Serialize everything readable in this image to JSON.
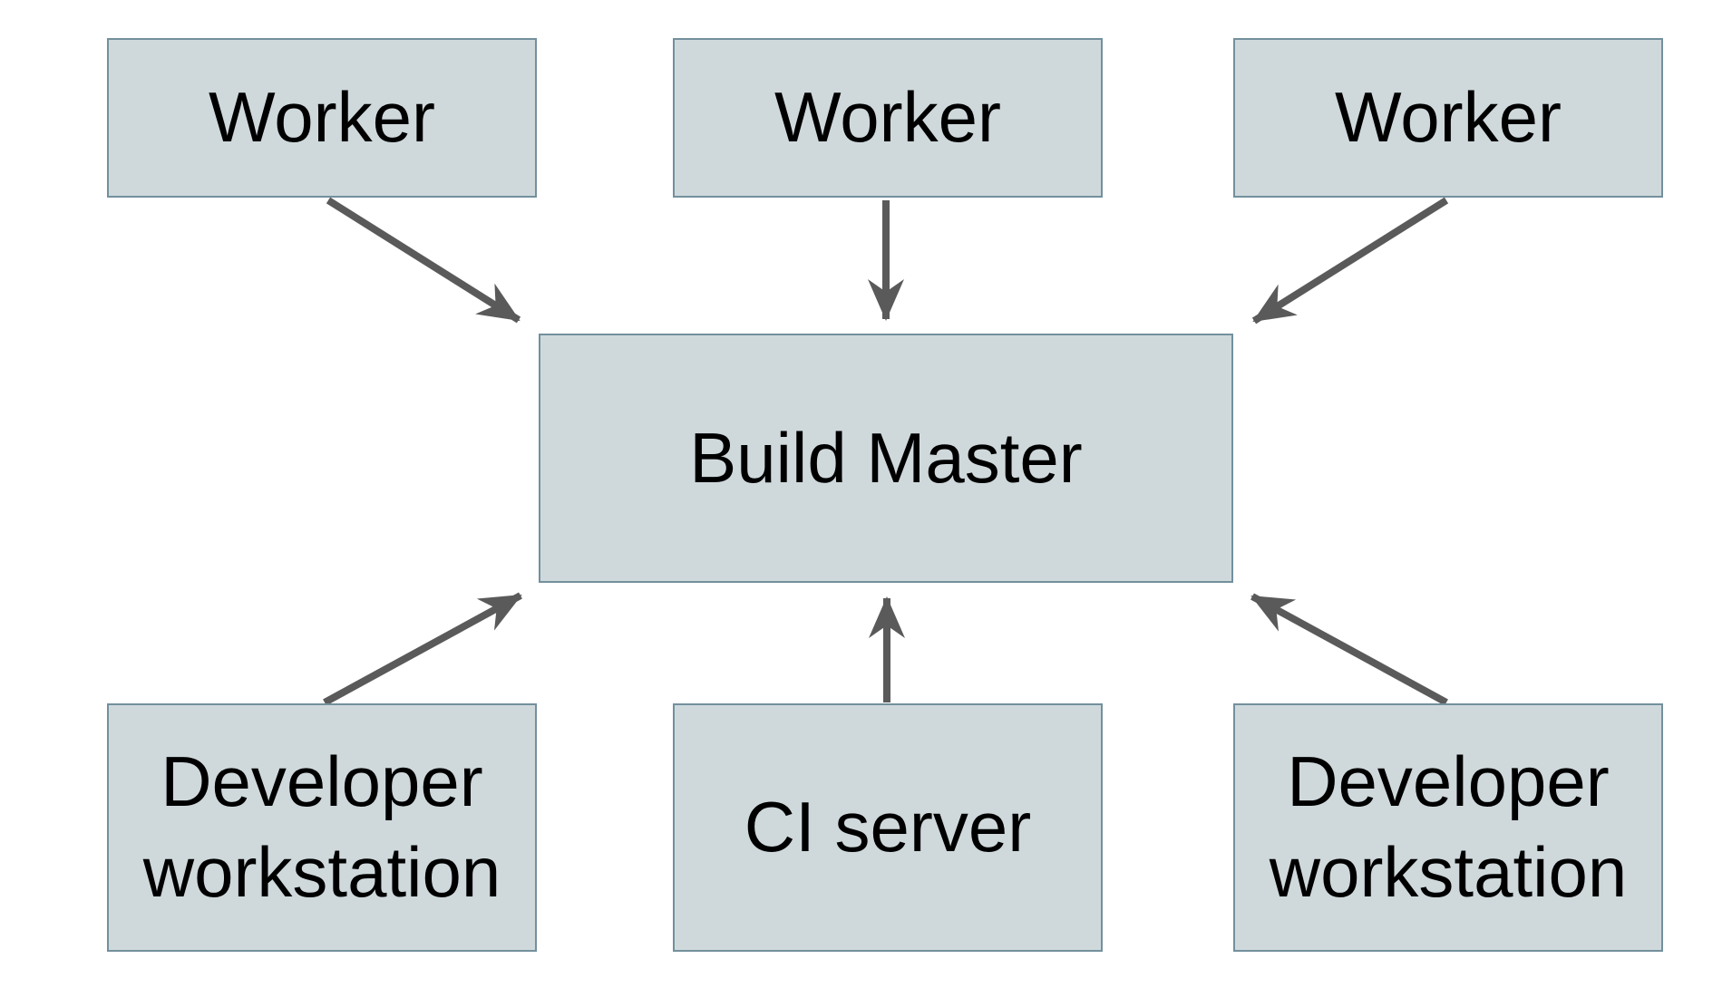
{
  "diagram": {
    "type": "architecture-diagram",
    "background_color": "#ffffff",
    "colors": {
      "node_fill": "#cfd9dc",
      "node_border": "#73909d",
      "arrow": "#5a5a5a",
      "text": "#000000"
    },
    "nodes": [
      {
        "id": "worker-1",
        "label": "Worker"
      },
      {
        "id": "worker-2",
        "label": "Worker"
      },
      {
        "id": "worker-3",
        "label": "Worker"
      },
      {
        "id": "build-master",
        "label": "Build Master"
      },
      {
        "id": "developer-workstation-left",
        "label": "Developer workstation"
      },
      {
        "id": "ci-server",
        "label": "CI server"
      },
      {
        "id": "developer-workstation-right",
        "label": "Developer workstation"
      }
    ],
    "edges": [
      {
        "from": "worker-1",
        "to": "build-master",
        "direction": "into-top-left"
      },
      {
        "from": "worker-2",
        "to": "build-master",
        "direction": "into-top-center"
      },
      {
        "from": "worker-3",
        "to": "build-master",
        "direction": "into-top-right"
      },
      {
        "from": "developer-workstation-left",
        "to": "build-master",
        "direction": "into-bottom-left"
      },
      {
        "from": "ci-server",
        "to": "build-master",
        "direction": "into-bottom-center"
      },
      {
        "from": "developer-workstation-right",
        "to": "build-master",
        "direction": "into-bottom-right"
      }
    ]
  }
}
